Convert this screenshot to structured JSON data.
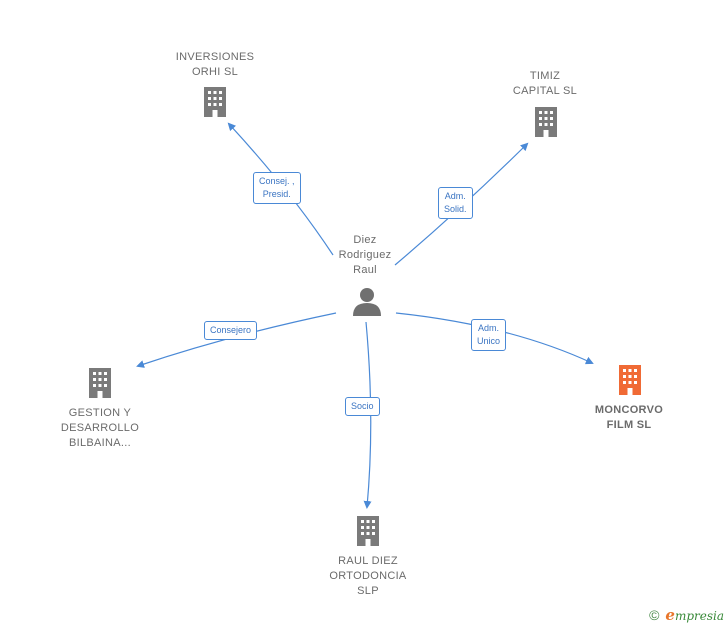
{
  "nodes": {
    "center": {
      "label_lines": [
        "Diez",
        "Rodriguez",
        "Raul"
      ],
      "icon": "person-icon"
    },
    "inversiones": {
      "label_lines": [
        "INVERSIONES",
        "ORHI SL"
      ],
      "icon": "building-icon"
    },
    "timiz": {
      "label_lines": [
        "TIMIZ",
        "CAPITAL SL"
      ],
      "icon": "building-icon"
    },
    "gestion": {
      "label_lines": [
        "GESTION Y",
        "DESARROLLO",
        "BILBAINA..."
      ],
      "icon": "building-icon"
    },
    "moncorvo": {
      "label_lines": [
        "MONCORVO",
        "FILM SL"
      ],
      "icon": "building-icon"
    },
    "raul_diez": {
      "label_lines": [
        "RAUL DIEZ",
        "ORTODONCIA",
        "SLP"
      ],
      "icon": "building-icon"
    }
  },
  "edges": {
    "to_inversiones": {
      "lines": [
        "Consej. ,",
        "Presid."
      ]
    },
    "to_timiz": {
      "lines": [
        "Adm.",
        "Solid."
      ]
    },
    "to_gestion": {
      "lines": [
        "Consejero"
      ]
    },
    "to_moncorvo": {
      "lines": [
        "Adm.",
        "Unico"
      ]
    },
    "to_raul_diez": {
      "lines": [
        "Socio"
      ]
    }
  },
  "colors": {
    "edge": "#4a89d6",
    "building": "#7a7a7a",
    "building_main": "#f06a35",
    "person": "#707070"
  },
  "footer": {
    "copyright": "©",
    "brand_initial": "e",
    "brand_rest": "mpresia"
  }
}
